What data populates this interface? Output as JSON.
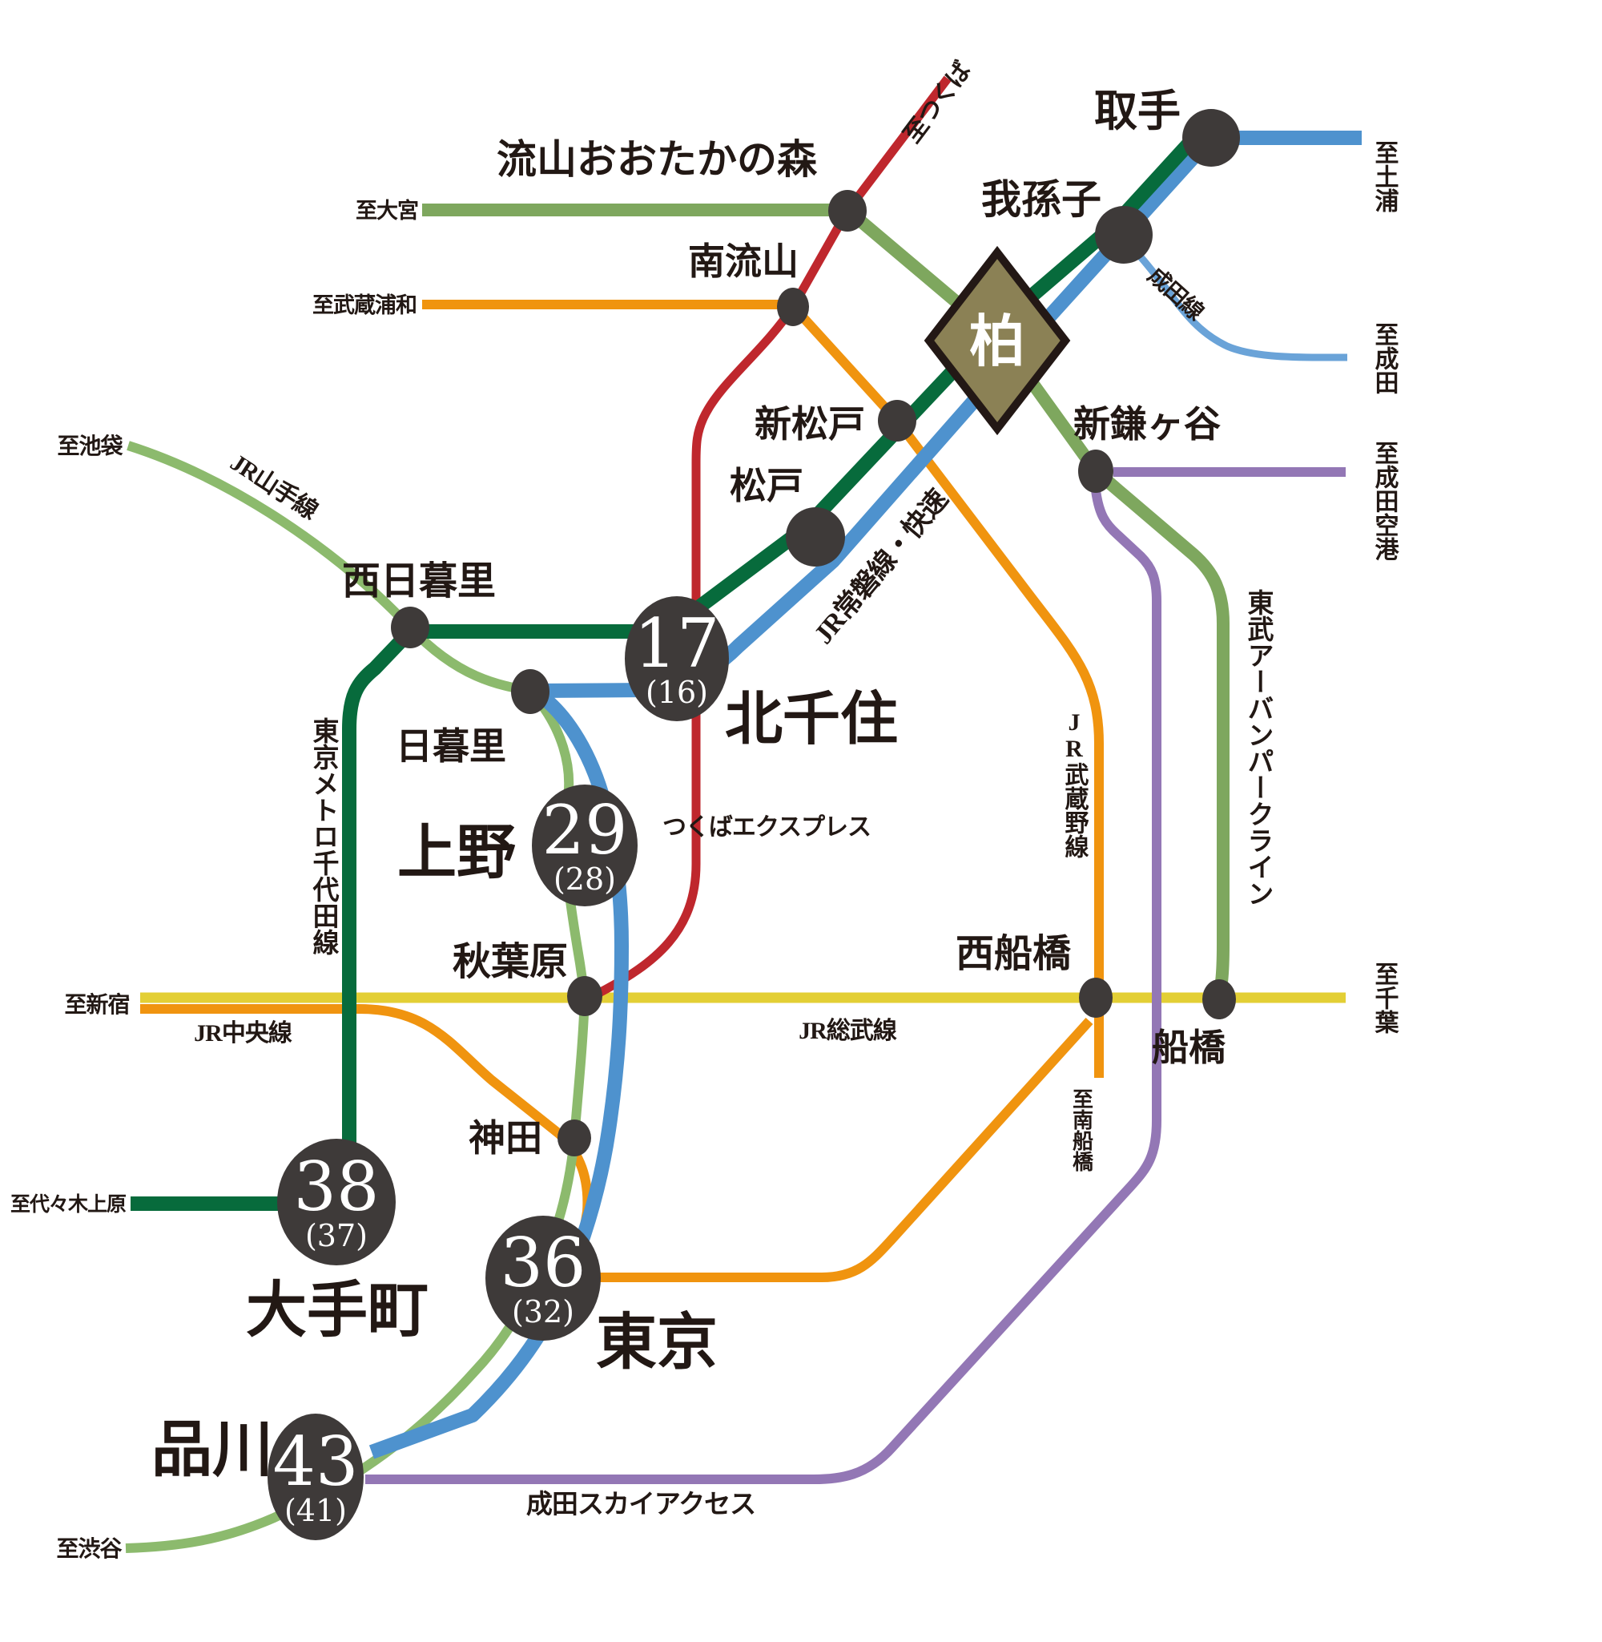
{
  "hub": {
    "name": "柏",
    "fill": "#8b8155",
    "border": "#231815"
  },
  "colors": {
    "station_marker": "#3e3a39",
    "time_circle": "#3e3a39",
    "text": "#221814"
  },
  "lines": {
    "chiyoda": {
      "name": "東京メトロ千代田線",
      "color": "#076b3c"
    },
    "joban_rapid": {
      "name": "JR常磐線・快速",
      "color": "#4e92ce"
    },
    "yamanote": {
      "name": "JR山手線",
      "color": "#8cba6d"
    },
    "tsukuba_express": {
      "name": "つくばエクスプレス",
      "color": "#bf272d"
    },
    "tobu_urban_park": {
      "name": "東武アーバンパークライン",
      "color": "#7ea75e"
    },
    "musashino": {
      "name": "JR武蔵野線",
      "color": "#f0940f"
    },
    "chuo": {
      "name": "JR中央線",
      "color": "#f0940f"
    },
    "sobu": {
      "name": "JR総武線",
      "color": "#e3cf35"
    },
    "narita": {
      "name": "成田線",
      "color": "#6aa3d8"
    },
    "sky_access": {
      "name": "成田スカイアクセス",
      "color": "#9377b5"
    }
  },
  "stations": {
    "toride": "取手",
    "abiko": "我孫子",
    "nagareyama_otakanomori": "流山おおたかの森",
    "minami_nagareyama": "南流山",
    "shin_matsudo": "新松戸",
    "matsudo": "松戸",
    "shin_kamagaya": "新鎌ヶ谷",
    "kita_senju": "北千住",
    "nishi_nippori": "西日暮里",
    "nippori": "日暮里",
    "ueno": "上野",
    "akihabara": "秋葉原",
    "kanda": "神田",
    "otemachi": "大手町",
    "tokyo": "東京",
    "shinagawa": "品川",
    "nishi_funabashi": "西船橋",
    "funabashi": "船橋"
  },
  "times": {
    "kita_senju": {
      "main": "17",
      "alt": "(16)"
    },
    "ueno": {
      "main": "29",
      "alt": "(28)"
    },
    "otemachi": {
      "main": "38",
      "alt": "(37)"
    },
    "tokyo": {
      "main": "36",
      "alt": "(32)"
    },
    "shinagawa": {
      "main": "43",
      "alt": "(41)"
    }
  },
  "destinations": {
    "tsukuba": "至つくば",
    "tsuchiura": "至土浦",
    "omiya": "至大宮",
    "musashi_urawa": "至武蔵浦和",
    "narita": "至成田",
    "narita_airport": "至成田空港",
    "ikebukuro": "至池袋",
    "shinjuku": "至新宿",
    "chiba": "至千葉",
    "minami_funabashi": "至南船橋",
    "yoyogi_uehara": "至代々木上原",
    "shibuya": "至渋谷"
  }
}
